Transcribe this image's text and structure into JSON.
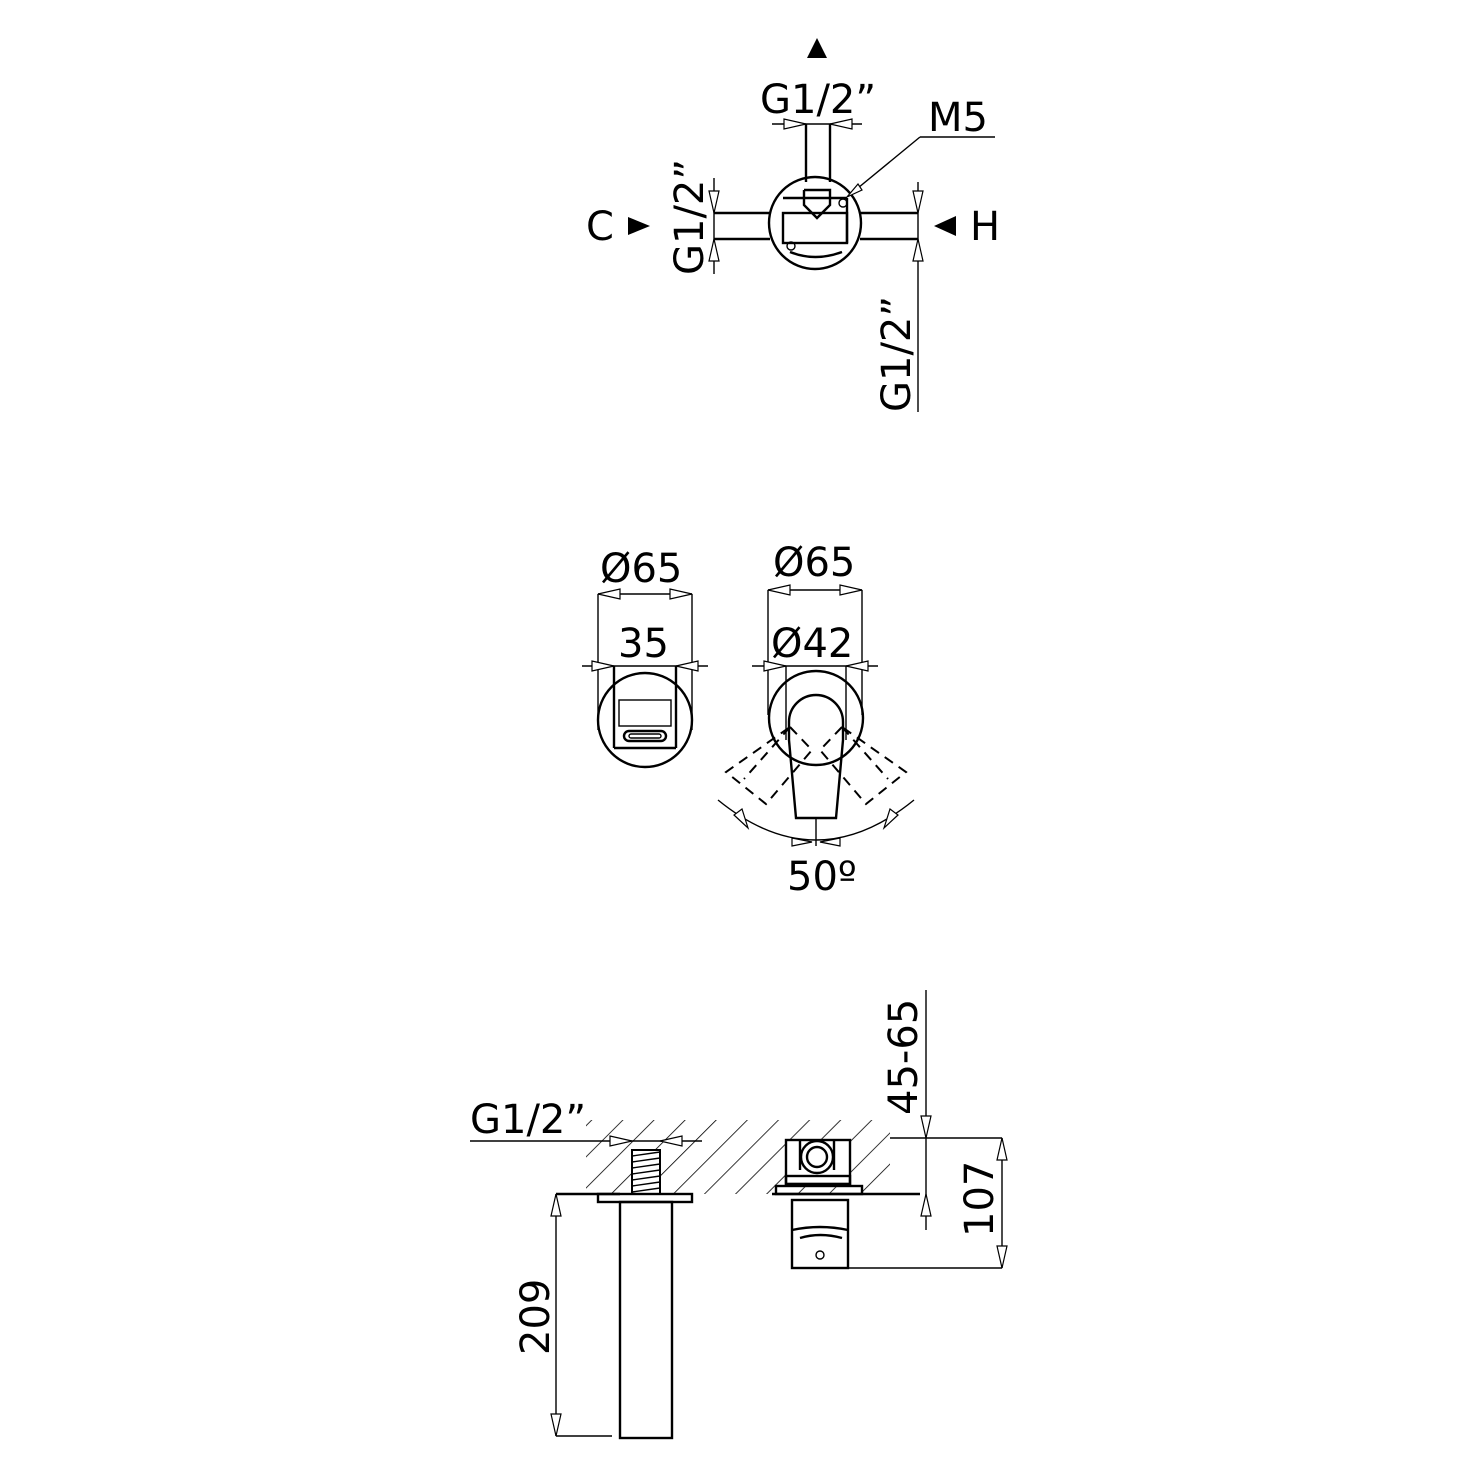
{
  "top_view": {
    "outlet_thread": "G1/2”",
    "screw": "M5",
    "cold_label": "C",
    "hot_label": "H",
    "cold_thread": "G1/2”",
    "hot_thread": "G1/2”"
  },
  "front_view": {
    "spout_plate_diameter": "Ø65",
    "spout_width": "35",
    "mixer_plate_diameter": "Ø65",
    "mixer_body_diameter": "Ø42",
    "handle_rotation": "50º"
  },
  "side_view": {
    "spout_thread": "G1/2”",
    "wall_depth": "45-65",
    "mixer_height": "107",
    "spout_length": "209"
  }
}
